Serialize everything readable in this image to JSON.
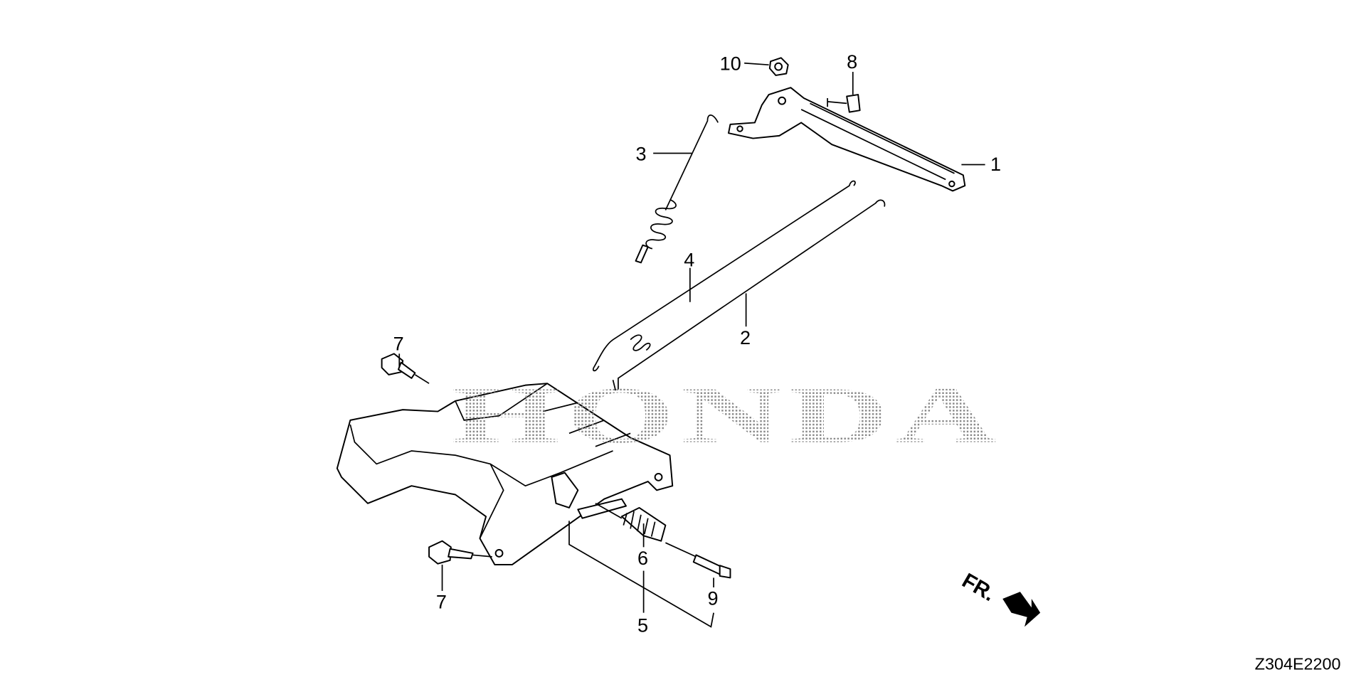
{
  "diagram": {
    "watermark": "HONDA",
    "diagram_code": "Z304E2200",
    "direction_label": "FR.",
    "callouts": [
      {
        "id": "1",
        "text": "1"
      },
      {
        "id": "2",
        "text": "2"
      },
      {
        "id": "3",
        "text": "3"
      },
      {
        "id": "4",
        "text": "4"
      },
      {
        "id": "5",
        "text": "5"
      },
      {
        "id": "6",
        "text": "6"
      },
      {
        "id": "7a",
        "text": "7"
      },
      {
        "id": "7b",
        "text": "7"
      },
      {
        "id": "8",
        "text": "8"
      },
      {
        "id": "9",
        "text": "9"
      },
      {
        "id": "10",
        "text": "10"
      }
    ]
  }
}
